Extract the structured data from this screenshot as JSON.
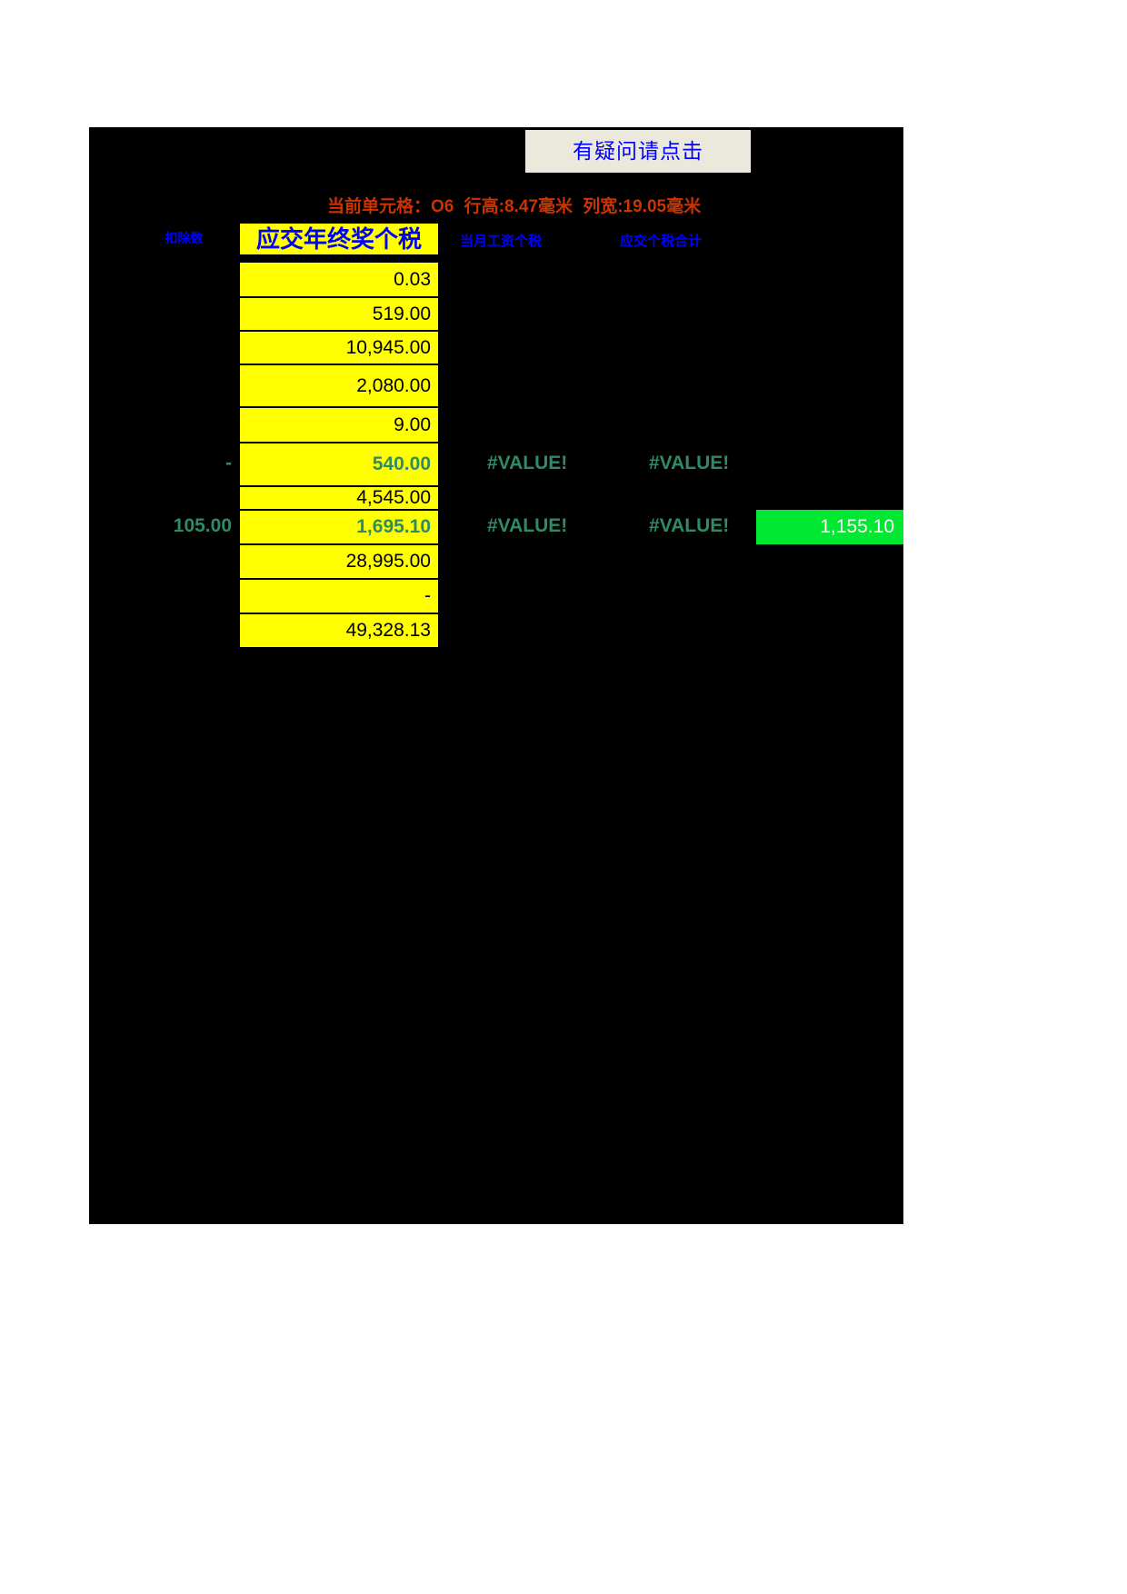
{
  "hint_button": {
    "label": "有疑问请点击"
  },
  "status_bar": {
    "cell_label": "当前单元格：O6",
    "row_height": "行高:8.47毫米",
    "column_width": "列宽:19.05毫米"
  },
  "headers": {
    "deduction": "扣除数",
    "bonus_tax": "应交年终奖个税",
    "month_salary_tax": "当月工资个税",
    "total_tax": "应交个税合计"
  },
  "rows": [
    {
      "deduction": "",
      "bonus_tax": "0.03",
      "month_tax": "",
      "total_tax": "",
      "result": "",
      "bonus_tax_style": "plain"
    },
    {
      "deduction": "",
      "bonus_tax": "519.00",
      "month_tax": "",
      "total_tax": "",
      "result": "",
      "bonus_tax_style": "plain"
    },
    {
      "deduction": "",
      "bonus_tax": "10,945.00",
      "month_tax": "",
      "total_tax": "",
      "result": "",
      "bonus_tax_style": "plain"
    },
    {
      "deduction": "",
      "bonus_tax": "2,080.00",
      "month_tax": "",
      "total_tax": "",
      "result": "",
      "bonus_tax_style": "plain"
    },
    {
      "deduction": "",
      "bonus_tax": "9.00",
      "month_tax": "",
      "total_tax": "",
      "result": "",
      "bonus_tax_style": "plain"
    },
    {
      "deduction": "-",
      "bonus_tax": "540.00",
      "month_tax": "#VALUE!",
      "total_tax": "#VALUE!",
      "result": "",
      "bonus_tax_style": "teal"
    },
    {
      "deduction": "",
      "bonus_tax": "4,545.00",
      "month_tax": "",
      "total_tax": "",
      "result": "",
      "bonus_tax_style": "plain"
    },
    {
      "deduction": "105.00",
      "bonus_tax": "1,695.10",
      "month_tax": "#VALUE!",
      "total_tax": "#VALUE!",
      "result": "1,155.10",
      "bonus_tax_style": "teal"
    },
    {
      "deduction": "",
      "bonus_tax": "28,995.00",
      "month_tax": "",
      "total_tax": "",
      "result": "",
      "bonus_tax_style": "plain"
    },
    {
      "deduction": "",
      "bonus_tax": "-",
      "month_tax": "",
      "total_tax": "",
      "result": "",
      "bonus_tax_style": "plain"
    },
    {
      "deduction": "",
      "bonus_tax": "49,328.13",
      "month_tax": "",
      "total_tax": "",
      "result": "",
      "bonus_tax_style": "plain"
    }
  ],
  "colors": {
    "sheet_background": "#000000",
    "cell_fill": "#ffff00",
    "header_text": "#0000ff",
    "status_text": "#cc3300",
    "teal_text": "#2e8b63",
    "result_fill": "#00e832",
    "result_text": "#ffffff",
    "hint_fill": "#ebe8dc"
  }
}
